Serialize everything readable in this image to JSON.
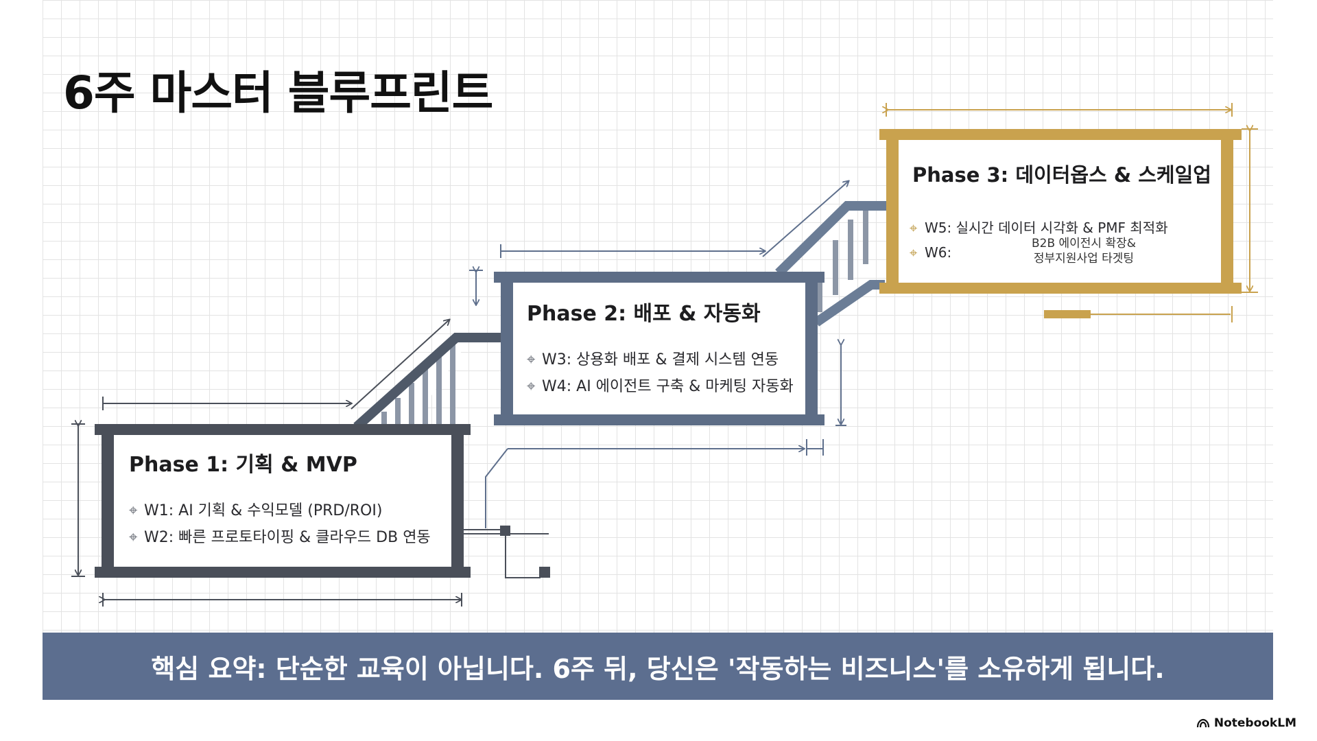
{
  "title": "6주 마스터 블루프린트",
  "phases": [
    {
      "title": "Phase 1: 기획 & MVP",
      "items": [
        {
          "label": "W1: AI 기획 & 수익모델 (PRD/ROI)"
        },
        {
          "label": "W2: 빠른 프로토타이핑 & 클라우드 DB 연동"
        }
      ]
    },
    {
      "title": "Phase 2: 배포 & 자동화",
      "items": [
        {
          "label": "W3: 상용화 배포 & 결제 시스템 연동"
        },
        {
          "label": "W4: AI 에이전트 구축 & 마케팅 자동화"
        }
      ]
    },
    {
      "title": "Phase 3: 데이터옵스 & 스케일업",
      "items": [
        {
          "label": "W5: 실시간 데이터 시각화 & PMF 최적화"
        },
        {
          "label": "W6:",
          "desc_line1": "B2B 에이전시 확장&",
          "desc_line2": "정부지원사업 타겟팅"
        }
      ]
    }
  ],
  "summary": "핵심 요약: 단순한 교육이 아닙니다. 6주 뒤, 당신은 '작동하는 비즈니스'를 소유하게 됩니다.",
  "brand": "NotebookLM",
  "icons": {
    "bullet": "diamond-cross-icon",
    "brand": "notebooklm-logo-icon"
  },
  "colors": {
    "frame_dark": "#4a4f59",
    "frame_mid": "#6b7d96",
    "frame_gold": "#c9a24e",
    "line_blue": "#5e6f8c",
    "banner": "#5c6e8f"
  }
}
